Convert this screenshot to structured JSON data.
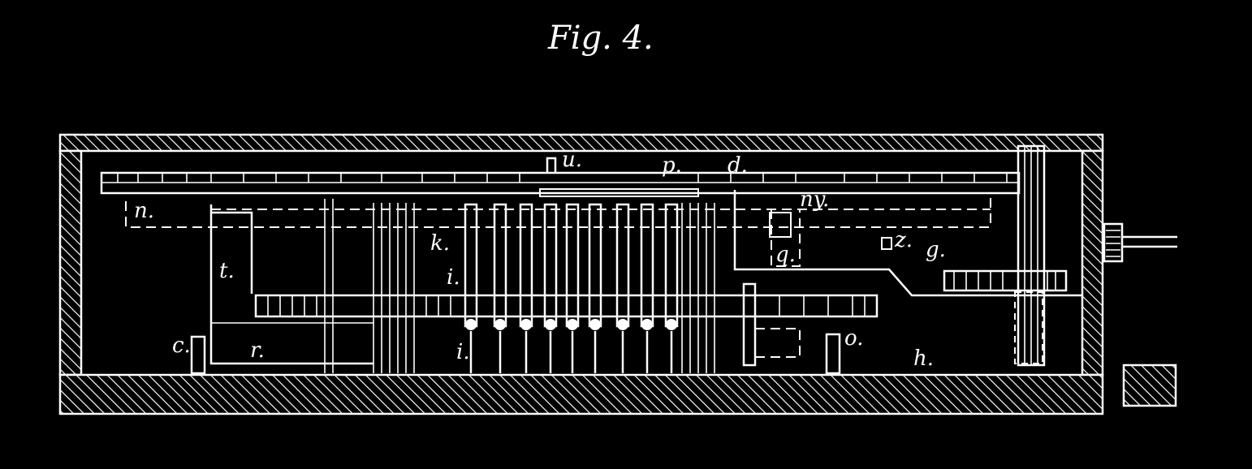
{
  "figure": {
    "title": "Fig. 4.",
    "labels": {
      "u": "u.",
      "p": "p.",
      "d": "d.",
      "n": "n.",
      "ny": "ny.",
      "k": "k.",
      "t": "t.",
      "i": "i.",
      "z": "z.",
      "g": "g.",
      "q": "q.",
      "c": "c.",
      "r": "r.",
      "i2": "i.",
      "o": "o.",
      "h": "h."
    }
  }
}
